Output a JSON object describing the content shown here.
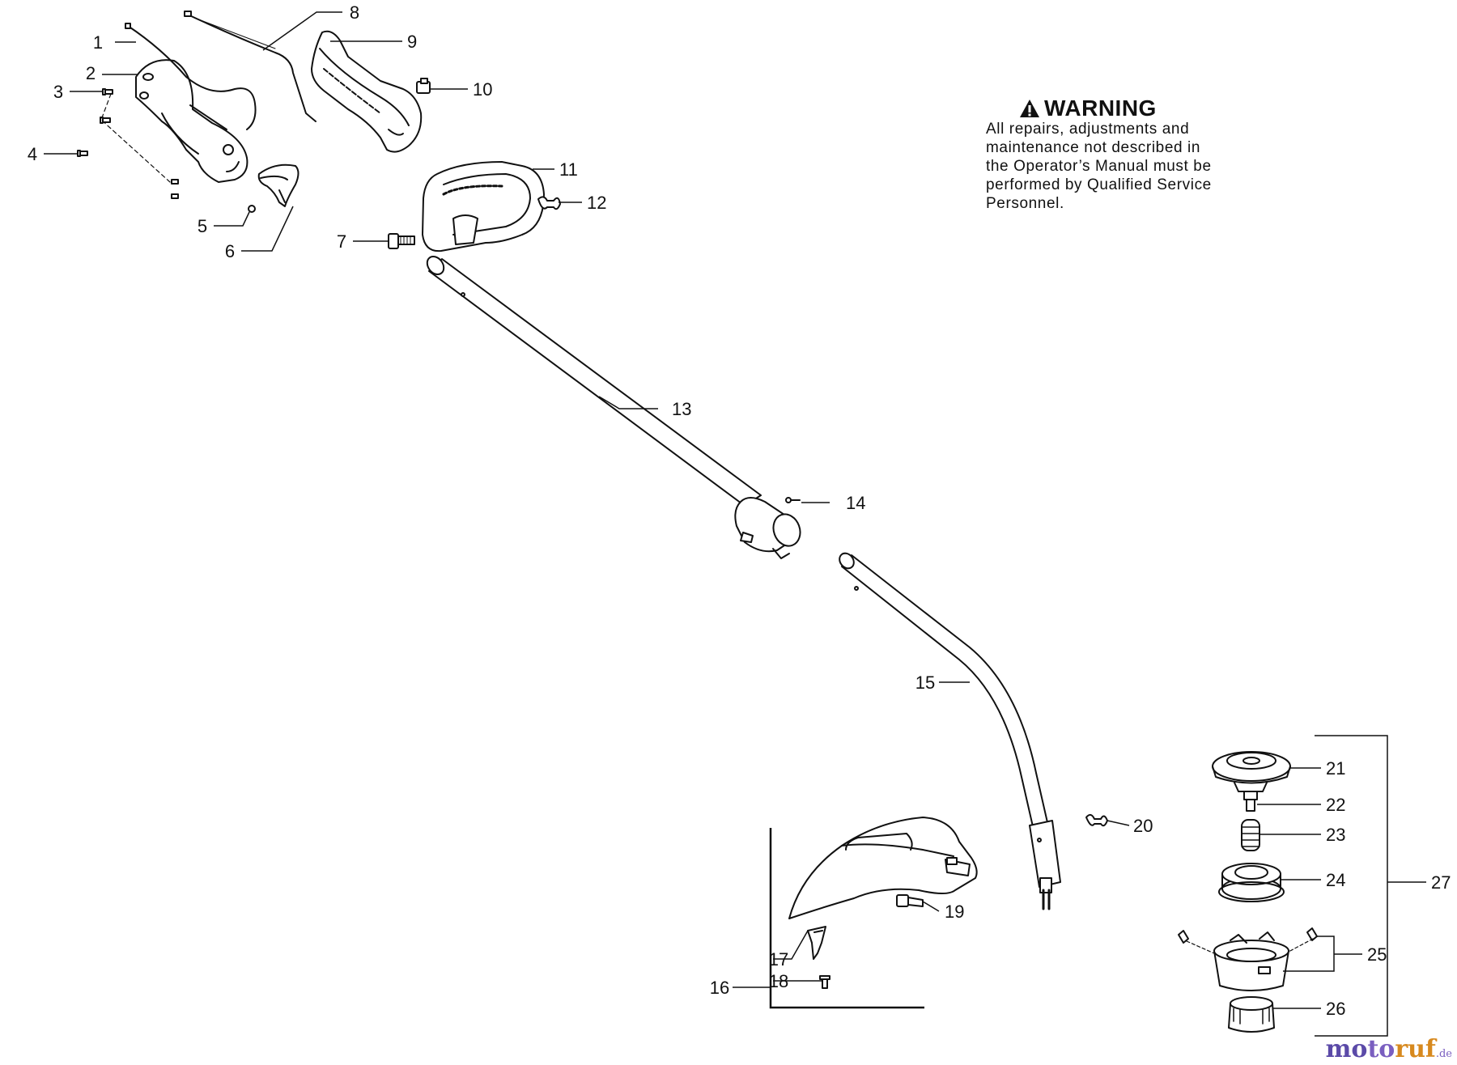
{
  "warning": {
    "title": "WARNING",
    "lines": [
      "All repairs, adjustments and",
      "maintenance not described in",
      "the Operator’s Manual must be",
      "performed by Qualified Service",
      "Personnel."
    ]
  },
  "brand": {
    "part1": "mo",
    "part2": "to",
    "part3": "ruf",
    "suffix": ".de"
  },
  "callouts": [
    "1",
    "2",
    "3",
    "4",
    "5",
    "6",
    "7",
    "8",
    "9",
    "10",
    "11",
    "12",
    "13",
    "14",
    "15",
    "16",
    "17",
    "18",
    "19",
    "20",
    "21",
    "22",
    "23",
    "24",
    "25",
    "26",
    "27"
  ]
}
